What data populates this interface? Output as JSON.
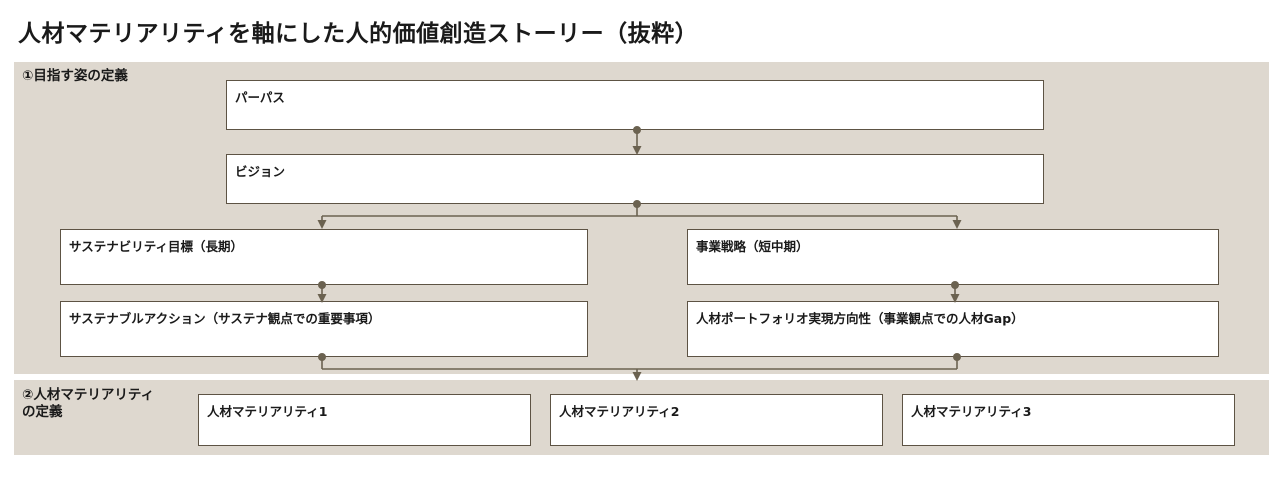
{
  "page": {
    "title": "人材マテリアリティを軸にした人的価値創造ストーリー（抜粋）"
  },
  "colors": {
    "band_background": "#ded8cf",
    "node_background": "#ffffff",
    "node_border": "#5d5344",
    "connector": "#6b6250",
    "text": "#1a1a1a",
    "page_background": "#ffffff"
  },
  "sections": [
    {
      "key": "aim",
      "label": "①目指す姿の定義",
      "nodes": [
        {
          "key": "purpose",
          "label": "パーパス"
        },
        {
          "key": "vision",
          "label": "ビジョン"
        },
        {
          "key": "sustain_goal",
          "label": "サステナビリティ目標（長期）"
        },
        {
          "key": "biz_strategy",
          "label": "事業戦略（短中期）"
        },
        {
          "key": "sustain_action",
          "label": "サステナブルアクション（サステナ観点での重要事項）"
        },
        {
          "key": "portfolio",
          "label": "人材ポートフォリオ実現方向性（事業観点での人材Gap）"
        }
      ]
    },
    {
      "key": "materiality",
      "label": "②人材マテリアリティ\nの定義",
      "nodes": [
        {
          "key": "mat1",
          "label": "人材マテリアリティ1"
        },
        {
          "key": "mat2",
          "label": "人材マテリアリティ2"
        },
        {
          "key": "mat3",
          "label": "人材マテリアリティ3"
        }
      ]
    }
  ],
  "connectors": [
    {
      "key": "purpose_to_vision",
      "from": "purpose",
      "to": "vision",
      "style": "dot-arrow-down"
    },
    {
      "key": "vision_to_goals",
      "from": "vision",
      "to": [
        "sustain_goal",
        "biz_strategy"
      ],
      "style": "dot-split-two-arrows-down"
    },
    {
      "key": "goal_to_action",
      "from": "sustain_goal",
      "to": "sustain_action",
      "style": "dot-arrow-down"
    },
    {
      "key": "strategy_to_portfolio",
      "from": "biz_strategy",
      "to": "portfolio",
      "style": "dot-arrow-down"
    },
    {
      "key": "merge_to_materiality",
      "from": [
        "sustain_action",
        "portfolio"
      ],
      "to": "materiality",
      "style": "two-dots-merge-arrow-down"
    }
  ]
}
